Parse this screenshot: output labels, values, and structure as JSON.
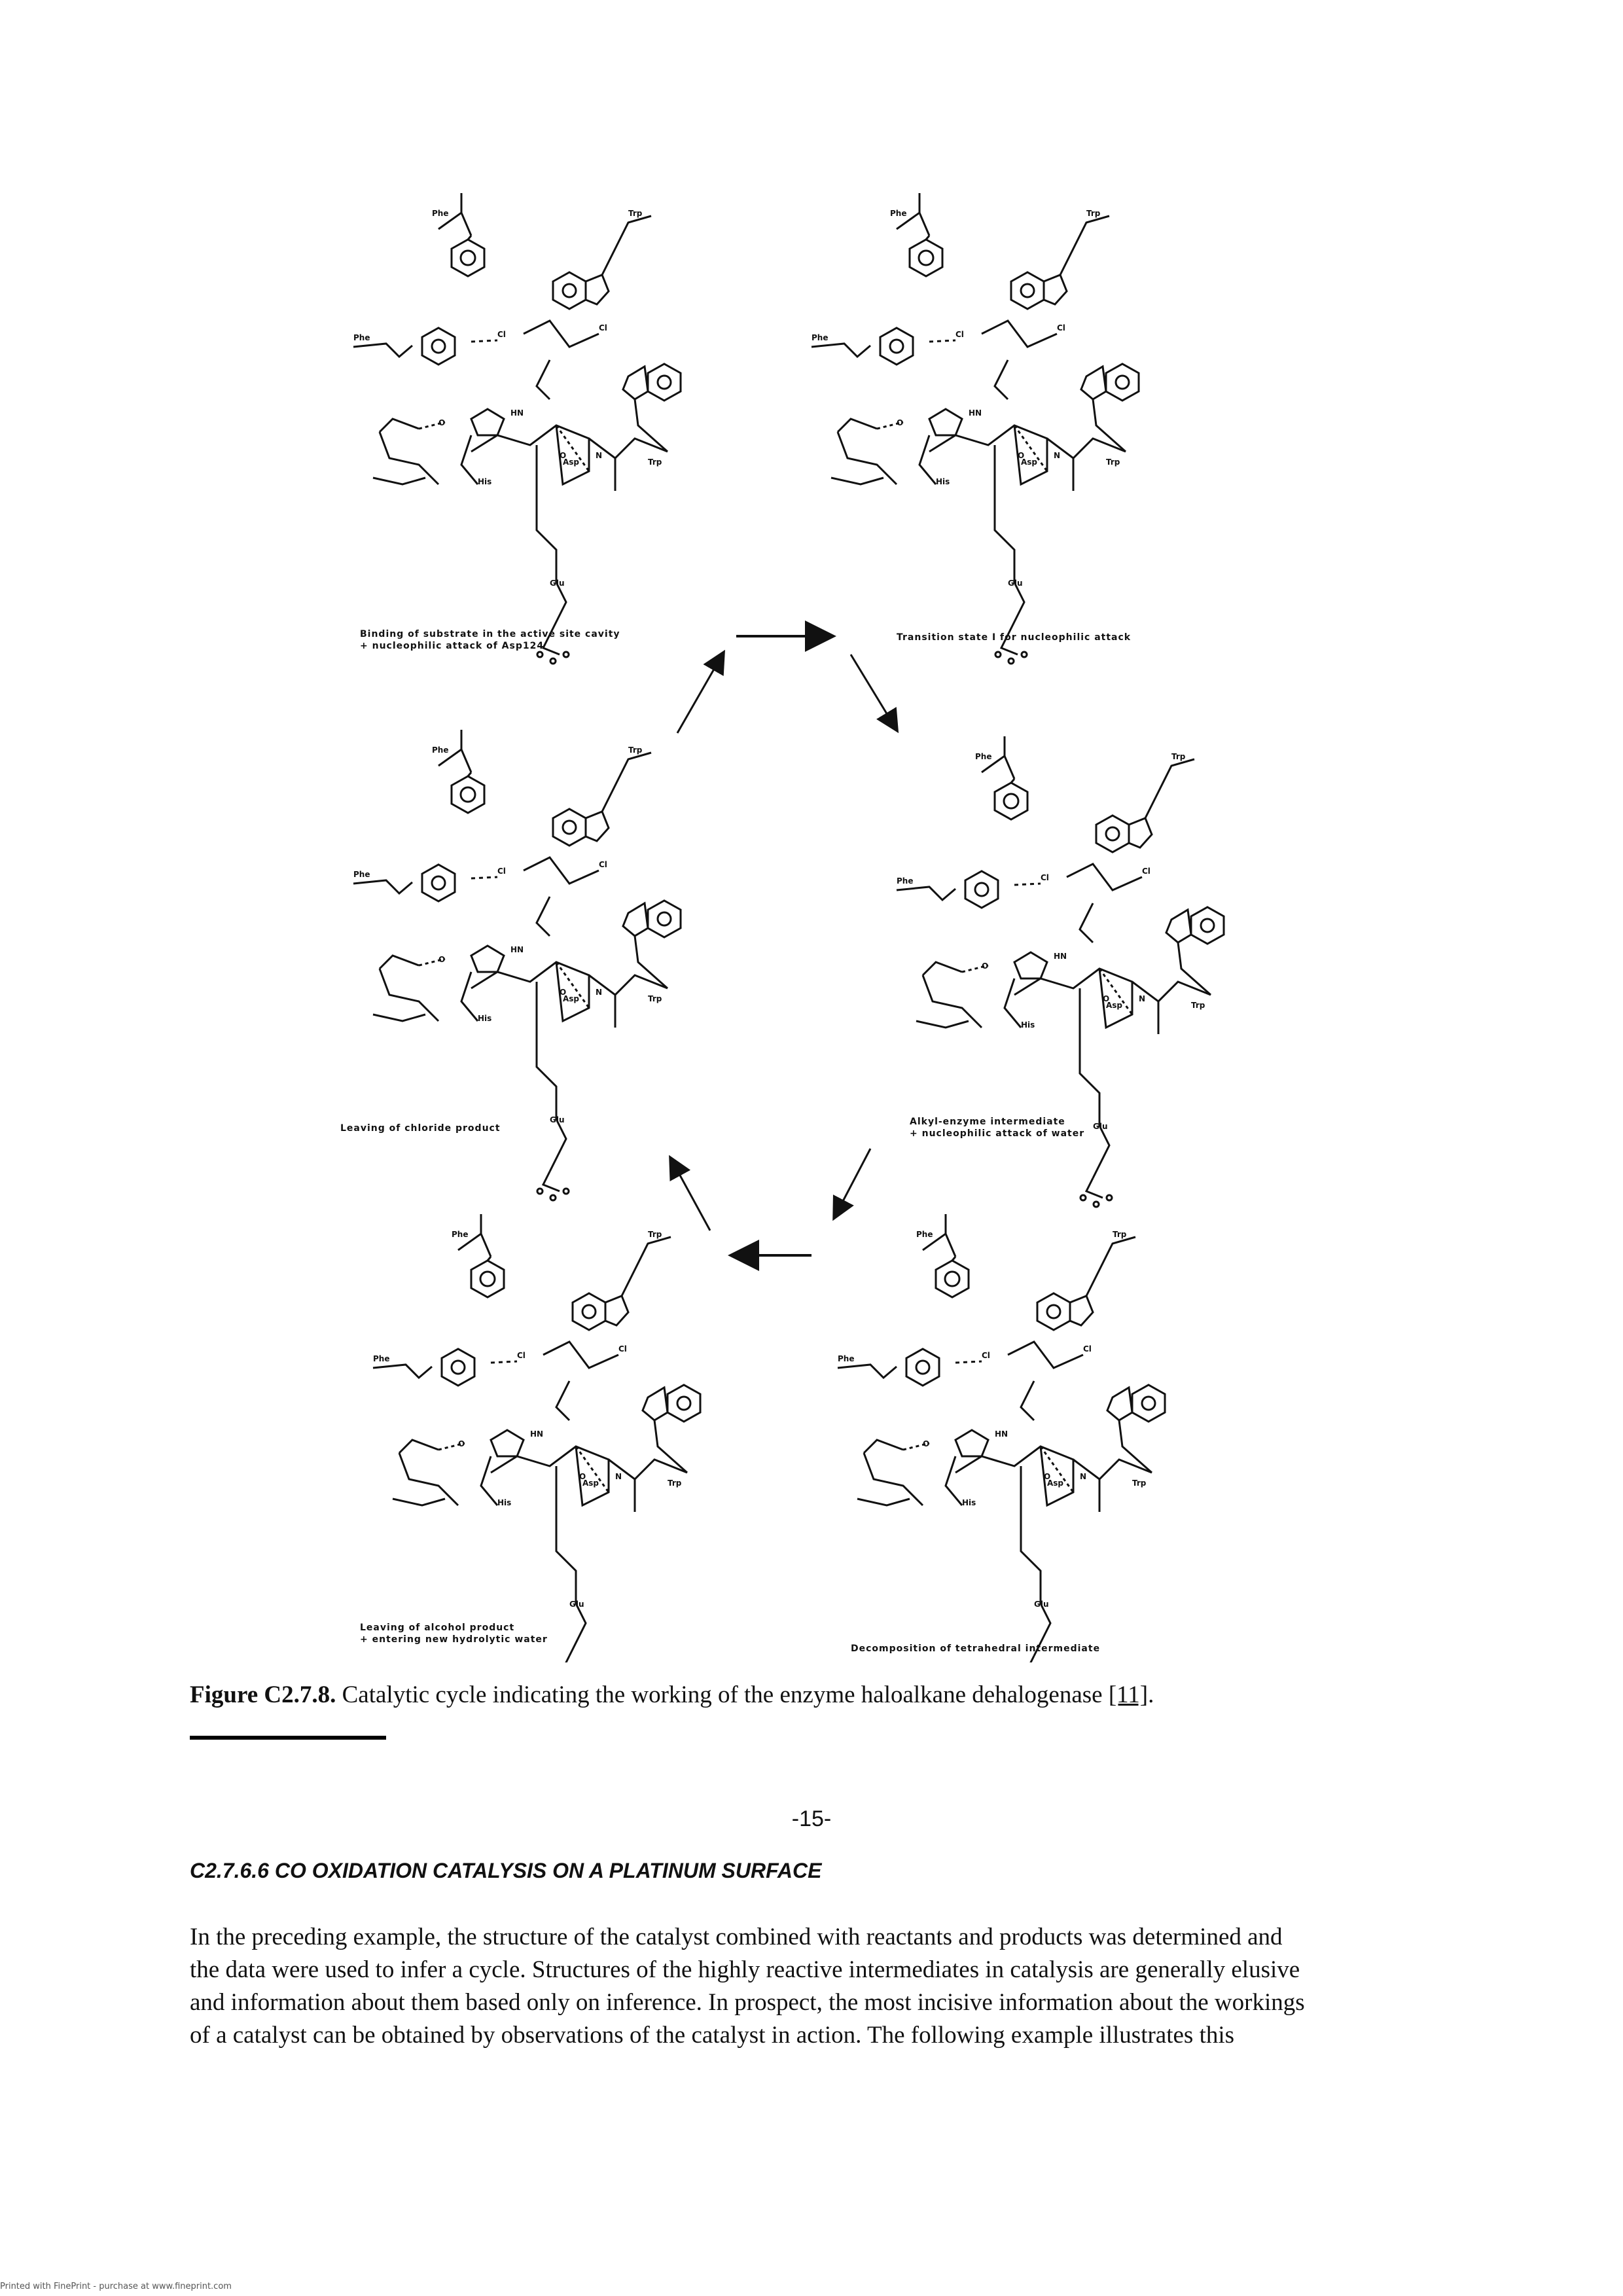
{
  "figure": {
    "panels": [
      {
        "caption": "Binding of substrate in the active site cavity\n+ nucleophilic attack of Asp124"
      },
      {
        "caption": "Transition state I for nucleophilic attack"
      },
      {
        "caption": "Alkyl-enzyme intermediate\n+ nucleophilic attack of water"
      },
      {
        "caption": "Decomposition of tetrahedral intermediate"
      },
      {
        "caption": "Leaving of alcohol product\n+ entering new hydrolytic water"
      },
      {
        "caption": "Leaving of chloride product"
      }
    ],
    "caption_label": "Figure C2.7.8.",
    "caption_text": " Catalytic cycle indicating the working of the enzyme haloalkane dehalogenase ",
    "caption_ref": "[11]",
    "caption_end": "."
  },
  "page_number": "-15-",
  "section_heading": "C2.7.6.6 CO OXIDATION CATALYSIS ON A PLATINUM SURFACE",
  "body_lines": [
    "In the preceding example, the structure of the catalyst combined with reactants and products was determined and",
    "the data were used to infer a cycle. Structures of the highly reactive intermediates in catalysis are generally elusive",
    "and information about them based only on inference. In prospect, the most incisive information about the workings",
    "of a catalyst can be obtained by observations of the catalyst in action. The following example illustrates this"
  ],
  "footer": "Printed with FinePrint - purchase at www.fineprint.com"
}
